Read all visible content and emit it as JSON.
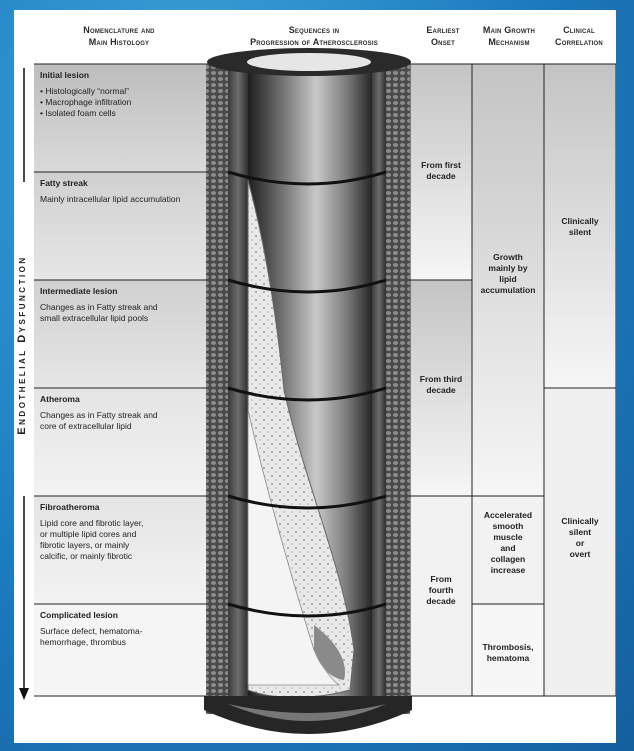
{
  "headers": {
    "col1": [
      "Nomenclature and",
      "Main Histology"
    ],
    "col2": [
      "Sequences in",
      "Progression of Atherosclerosis"
    ],
    "col3": [
      "Earliest",
      "Onset"
    ],
    "col4": [
      "Main Growth",
      "Mechanism"
    ],
    "col5": [
      "Clinical",
      "Correlation"
    ]
  },
  "side_label": "Endothelial Dysfunction",
  "lesions": [
    {
      "title": "Initial lesion",
      "lines": [
        "• Histologically “normal”",
        "• Macrophage infiltration",
        "• Isolated foam cells"
      ]
    },
    {
      "title": "Fatty streak",
      "lines": [
        "Mainly intracellular lipid accumulation"
      ]
    },
    {
      "title": "Intermediate lesion",
      "lines": [
        "Changes as in Fatty streak and",
        "small extracellular lipid pools"
      ]
    },
    {
      "title": "Atheroma",
      "lines": [
        "Changes as in Fatty streak and",
        "core of extracellular lipid"
      ]
    },
    {
      "title": "Fibroatheroma",
      "lines": [
        "Lipid core and fibrotic layer,",
        "or multiple lipid cores and",
        "fibrotic layers, or mainly",
        "calcific, or mainly fibrotic"
      ]
    },
    {
      "title": "Complicated lesion",
      "lines": [
        "Surface defect, hematoma-",
        "hemorrhage, thrombus"
      ]
    }
  ],
  "onset": [
    {
      "lines": [
        "From first",
        "decade"
      ]
    },
    {
      "lines": [
        "From third",
        "decade"
      ]
    },
    {
      "lines": [
        "From",
        "fourth",
        "decade"
      ]
    }
  ],
  "growth": [
    {
      "lines": [
        "Growth",
        "mainly by",
        "lipid",
        "accumulation"
      ]
    },
    {
      "lines": [
        "Accelerated",
        "smooth",
        "muscle",
        "and",
        "collagen",
        "increase"
      ]
    },
    {
      "lines": [
        "Thrombosis,",
        "hematoma"
      ]
    }
  ],
  "clinical": [
    {
      "lines": [
        "Clinically",
        "silent"
      ]
    },
    {
      "lines": [
        "Clinically",
        "silent",
        "or",
        "overt"
      ]
    }
  ]
}
